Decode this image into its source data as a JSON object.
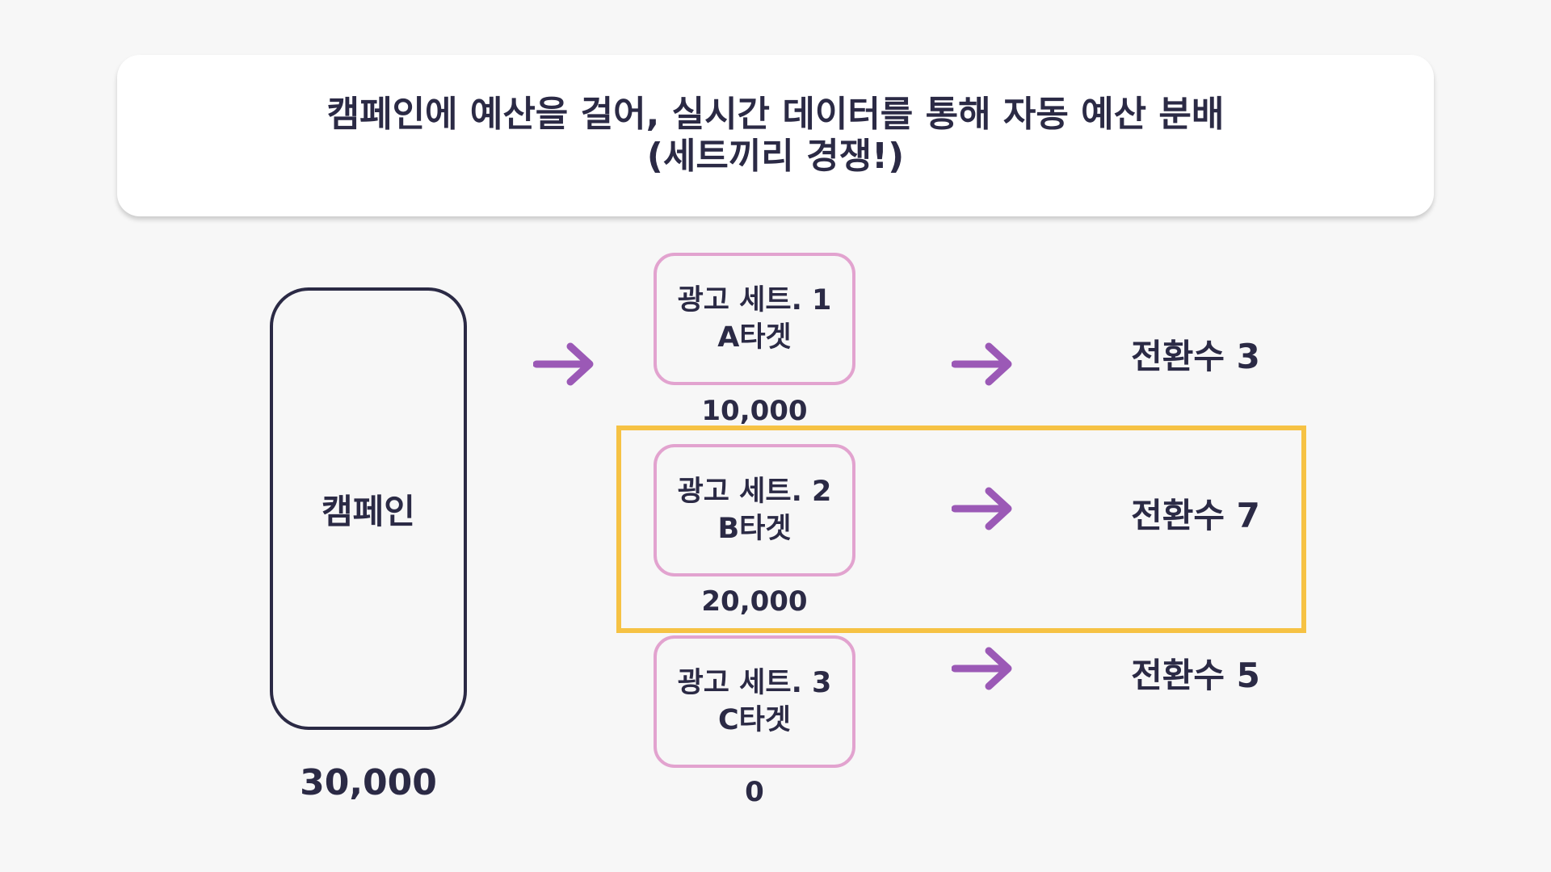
{
  "title": {
    "line1": "캠페인에 예산을 걸어, 실시간 데이터를 통해 자동 예산 분배",
    "line2": "(세트끼리 경쟁!)"
  },
  "campaign": {
    "label": "캠페인",
    "budget": "30,000"
  },
  "ad_sets": [
    {
      "name": "광고 세트. 1",
      "target": "A타겟",
      "budget": "10,000",
      "conversions": "전환수 3"
    },
    {
      "name": "광고 세트. 2",
      "target": "B타겟",
      "budget": "20,000",
      "conversions": "전환수 7"
    },
    {
      "name": "광고 세트. 3",
      "target": "C타겟",
      "budget": "0",
      "conversions": "전환수 5"
    }
  ],
  "colors": {
    "text": "#2b2a45",
    "arrow": "#9b59b6",
    "adset_border": "#e2a3cf",
    "highlight": "#f6c244"
  },
  "icons": {
    "arrow": "right-arrow-icon"
  },
  "highlighted_ad_set": "광고 세트. 2"
}
